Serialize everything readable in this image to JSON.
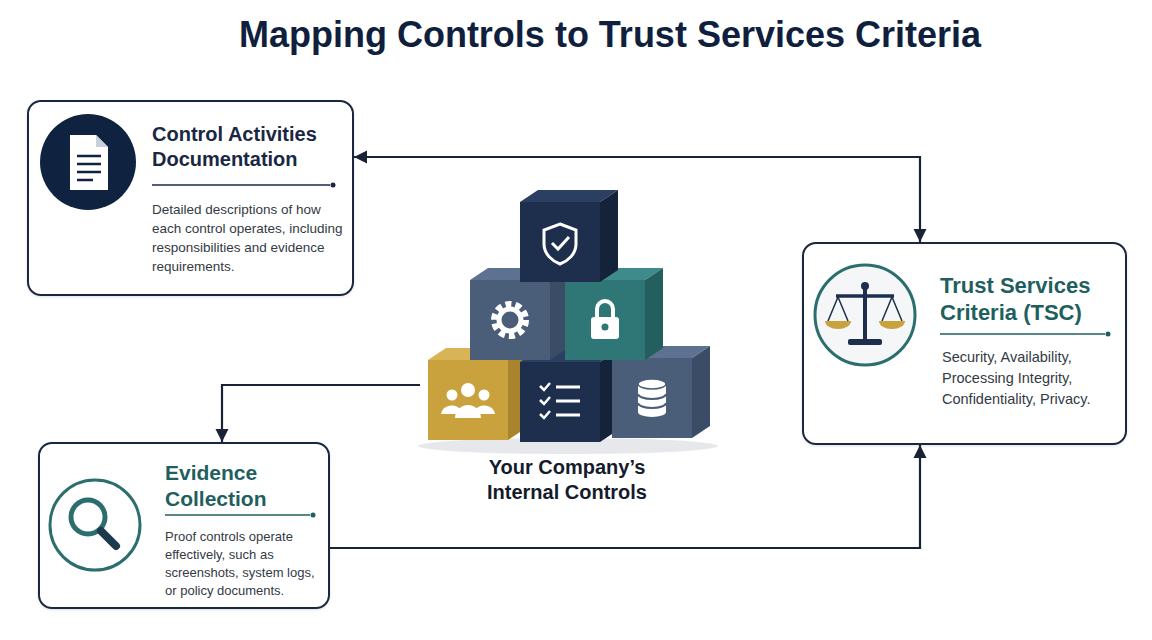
{
  "diagram": {
    "title": "Mapping Controls to Trust Services Criteria",
    "nodes": [
      {
        "text": [
          "Control Activities Documentation",
          "Detailed descriptions of how each control operates, including responsibilities and evidence requirements."
        ]
      },
      {
        "text": [
          "Your Company’s Internal Controls"
        ]
      },
      {
        "text": [
          "Trust Services Criteria (TSC)",
          "Security, Availability, Processing Integrity, Confidentiality, Privacy."
        ]
      },
      {
        "text": [
          "Evidence Collection",
          "Proof controls operate effectively, such as screenshots, system logs, or policy documents."
        ]
      }
    ],
    "edges": [
      {
        "from": 0,
        "to": 2,
        "arrow": "both"
      },
      {
        "from": 1,
        "to": 3,
        "arrow": "to"
      },
      {
        "from": 3,
        "to": 2,
        "arrow": "to"
      }
    ]
  }
}
